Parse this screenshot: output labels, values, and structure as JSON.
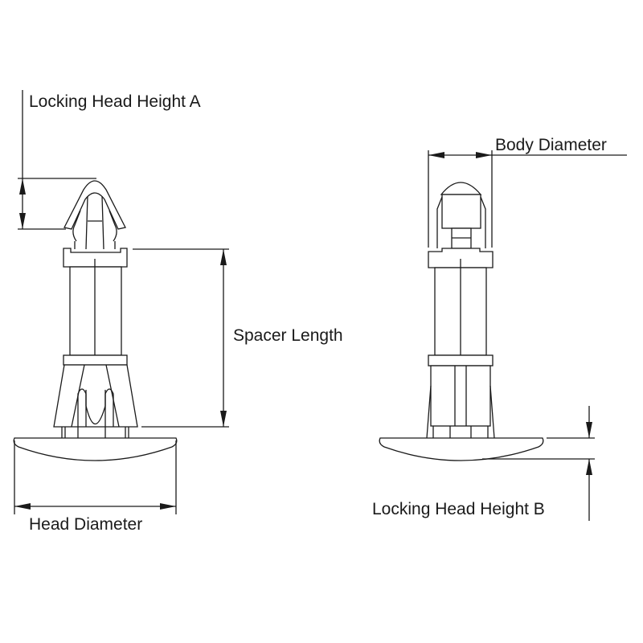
{
  "diagram": {
    "left_view": {
      "labels": {
        "locking_head_height_a": "Locking Head Height A",
        "spacer_length": "Spacer Length",
        "head_diameter": "Head Diameter"
      }
    },
    "right_view": {
      "labels": {
        "body_diameter": "Body Diameter",
        "locking_head_height_b": "Locking Head Height B"
      }
    },
    "line_color": "#1a1a1a"
  }
}
